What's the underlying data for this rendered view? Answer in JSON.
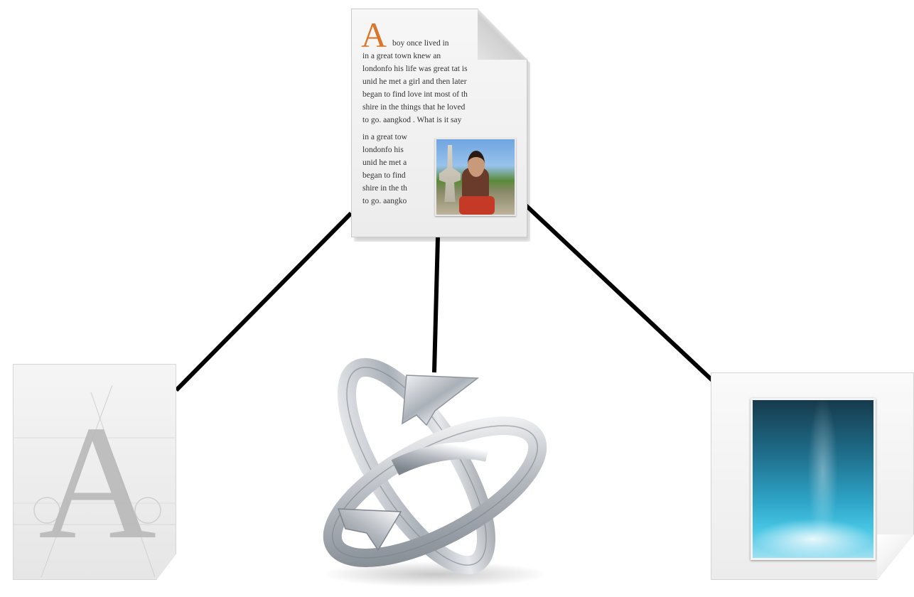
{
  "diagram": {
    "nodes": {
      "document": {
        "icon": "rich-text-document-icon",
        "dropcap": "A",
        "lines": [
          "boy once lived in",
          "in a great town knew an",
          "londonfo his life was great tat is",
          "unid he met a girl and then later",
          "began to find love int most of th",
          "shire in the things that he loved",
          "to go. aangkod . What is it say"
        ],
        "wrap_lines": [
          "in a great tow",
          "londonfo his",
          "unid he met a",
          "began to find",
          "shire in the th",
          "to go. aangko"
        ]
      },
      "font": {
        "icon": "font-file-icon",
        "glyph": "A"
      },
      "sync": {
        "icon": "sync-arrows-icon"
      },
      "image": {
        "icon": "image-file-icon"
      }
    },
    "edges": [
      {
        "from": "document",
        "to": "font"
      },
      {
        "from": "document",
        "to": "sync"
      },
      {
        "from": "document",
        "to": "image"
      }
    ],
    "colors": {
      "connector": "#000000",
      "dropcap": "#d9762a",
      "chrome": "#b0b4ba"
    }
  }
}
